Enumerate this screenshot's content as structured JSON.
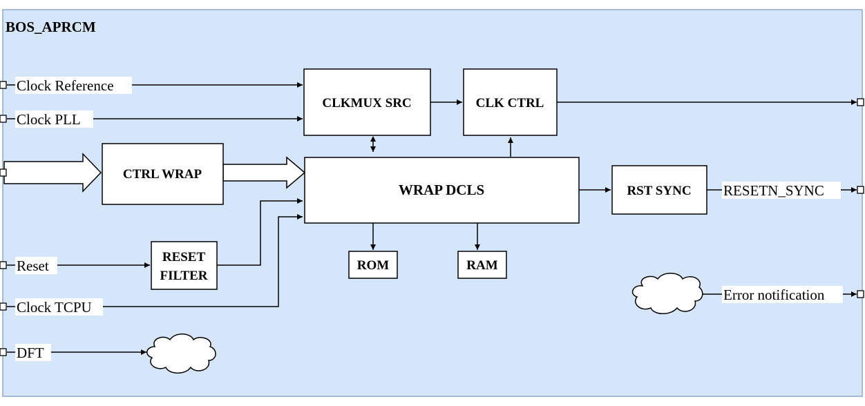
{
  "diagram": {
    "title": "BOS_APRCM",
    "colors": {
      "background": "#d6e6fa",
      "border": "#8ea9c9",
      "box_fill": "#ffffff",
      "stroke": "#000000"
    },
    "inputs": {
      "clock_reference": "Clock Reference",
      "clock_pll": "Clock PLL",
      "reset": "Reset",
      "clock_tcpu": "Clock TCPU",
      "dft": "DFT"
    },
    "outputs": {
      "resetn_sync": "RESETN_SYNC",
      "error_notification": "Error notification"
    },
    "blocks": {
      "clkmux_src": "CLKMUX SRC",
      "clk_ctrl": "CLK CTRL",
      "ctrl_wrap": "CTRL WRAP",
      "wrap_dcls": "WRAP DCLS",
      "rst_sync": "RST SYNC",
      "reset_filter_line1": "RESET",
      "reset_filter_line2": "FILTER",
      "rom": "ROM",
      "ram": "RAM"
    },
    "icons": {
      "port": "port-square-icon",
      "cloud": "cloud-icon"
    }
  }
}
